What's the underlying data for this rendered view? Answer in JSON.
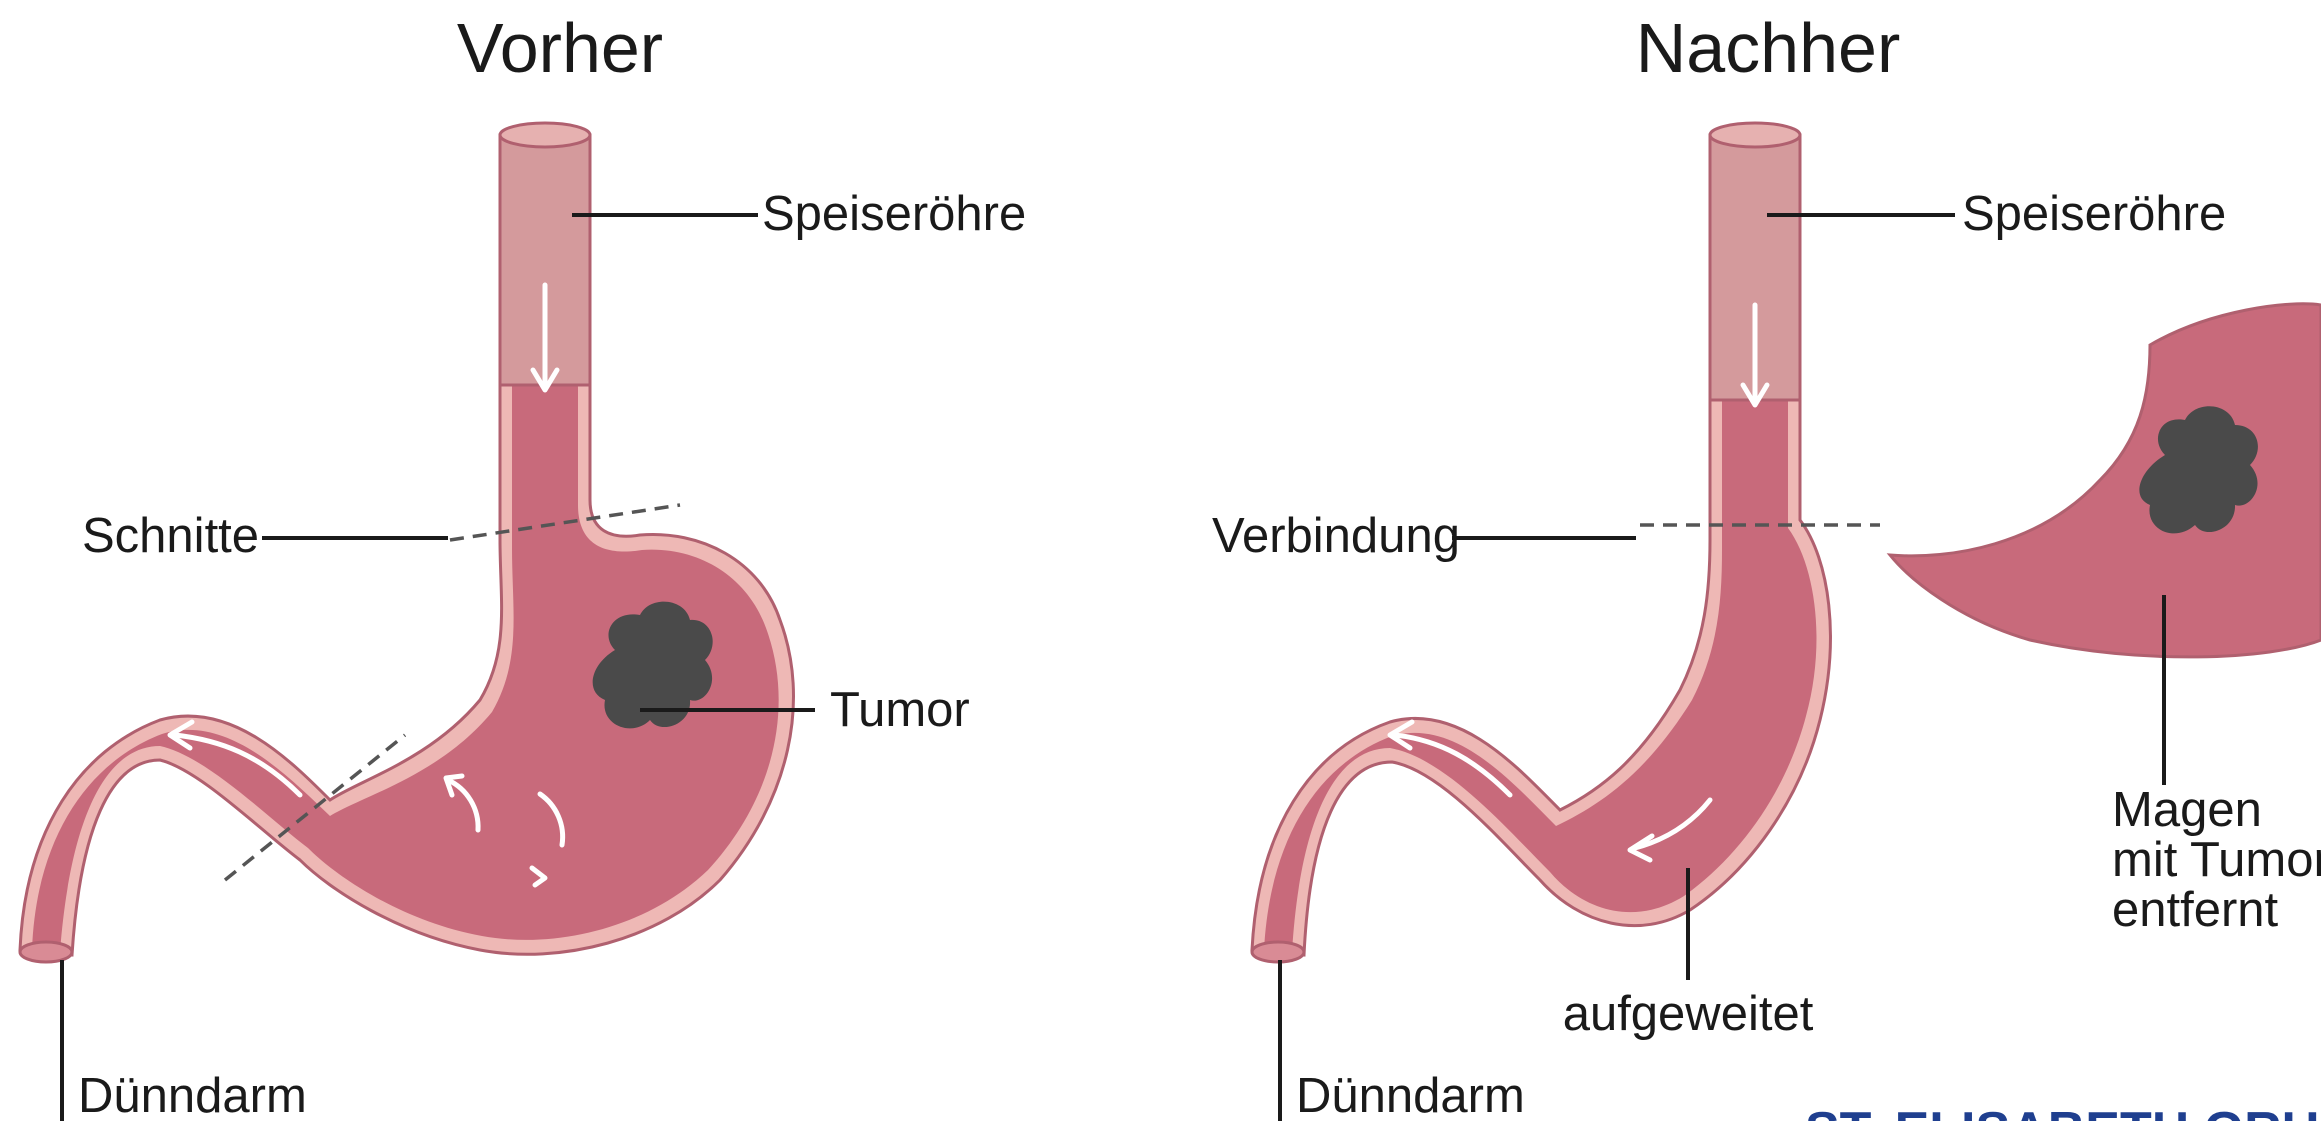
{
  "panels": {
    "before": {
      "title": "Vorher",
      "labels": {
        "esophagus": "Speiseröhre",
        "cuts": "Schnitte",
        "tumor": "Tumor",
        "small_intestine": "Dünndarm"
      }
    },
    "after": {
      "title": "Nachher",
      "labels": {
        "esophagus": "Speiseröhre",
        "connection": "Verbindung",
        "widened": "aufgeweitet",
        "small_intestine": "Dünndarm",
        "removed_line1": "Magen",
        "removed_line2": "mit Tumor",
        "removed_line3": "entfernt"
      }
    }
  },
  "branding": {
    "text": "ST. ELISABETH GRUPPE"
  },
  "colors": {
    "tissue": "#c86a7b",
    "esophagus": "#d49a9c",
    "wall": "#eeb8b5",
    "tumor": "#4a4a4a",
    "text": "#1a1a1a",
    "brand": "#1f3f8f"
  }
}
